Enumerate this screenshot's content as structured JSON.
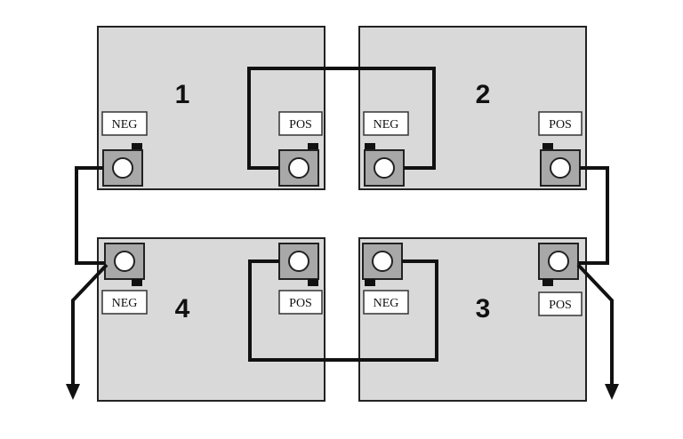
{
  "batteries": [
    {
      "number": "1",
      "neg_label": "NEG",
      "pos_label": "POS"
    },
    {
      "number": "2",
      "neg_label": "NEG",
      "pos_label": "POS"
    },
    {
      "number": "3",
      "neg_label": "NEG",
      "pos_label": "POS"
    },
    {
      "number": "4",
      "neg_label": "NEG",
      "pos_label": "POS"
    }
  ],
  "colors": {
    "battery_fill": "#d9d9d9",
    "terminal_fill": "#a8a8a8",
    "wire": "#111111"
  }
}
